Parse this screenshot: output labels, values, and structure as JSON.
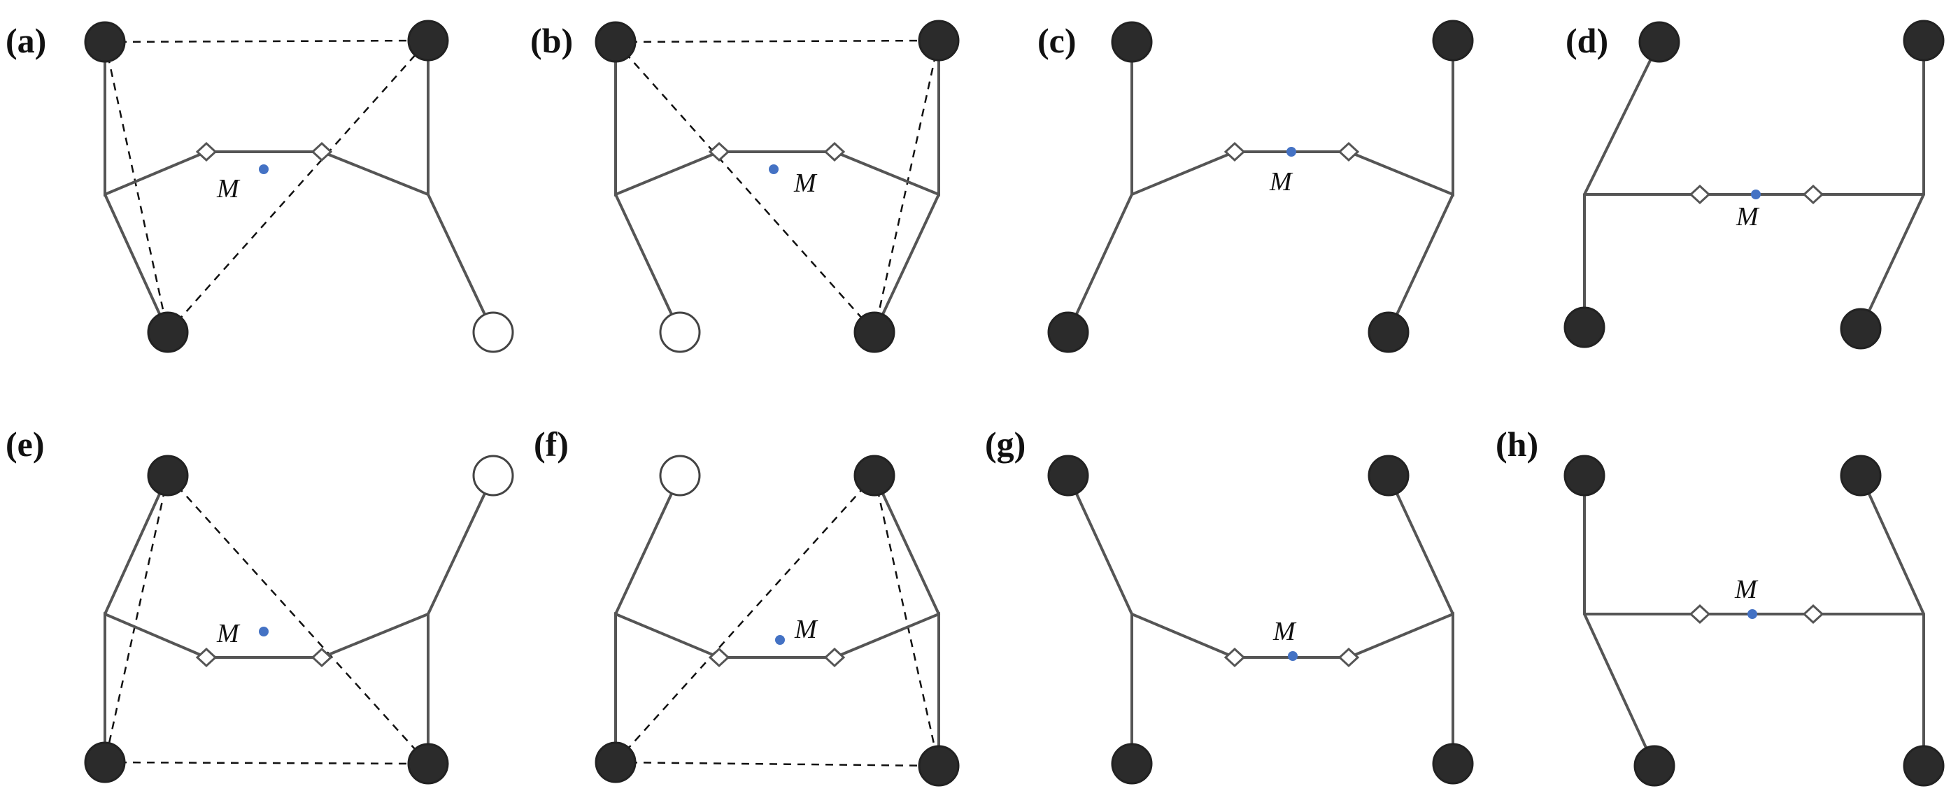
{
  "panels": [
    {
      "label": "(a)",
      "m": "M"
    },
    {
      "label": "(b)",
      "m": "M"
    },
    {
      "label": "(c)",
      "m": "M"
    },
    {
      "label": "(d)",
      "m": "M"
    },
    {
      "label": "(e)",
      "m": "M"
    },
    {
      "label": "(f)",
      "m": "M"
    },
    {
      "label": "(g)",
      "m": "M"
    },
    {
      "label": "(h)",
      "m": "M"
    }
  ],
  "colors": {
    "filled_joint": "#2b2b2b",
    "open_joint": "#ffffff",
    "link": "#555555",
    "dashed_line": "#111111",
    "center_point_M": "#4472c4"
  }
}
